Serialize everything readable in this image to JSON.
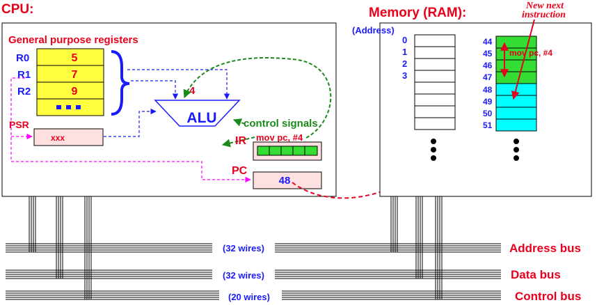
{
  "cpu": {
    "title": "CPU:",
    "gpr_title": "General purpose registers",
    "registers": [
      {
        "name": "R0",
        "value": "5"
      },
      {
        "name": "R1",
        "value": "7"
      },
      {
        "name": "R2",
        "value": "9"
      }
    ],
    "alu_label": "ALU",
    "alu_input_value": "4",
    "control_signals_label": "control signals",
    "psr": {
      "name": "PSR",
      "value": "xxx"
    },
    "ir": {
      "name": "IR",
      "instruction": "mov pc, #4"
    },
    "pc": {
      "name": "PC",
      "value": "48"
    }
  },
  "memory": {
    "title": "Memory (RAM):",
    "address_label": "(Address)",
    "low_addresses": [
      "0",
      "1",
      "2",
      "3"
    ],
    "high_addresses": [
      "44",
      "45",
      "46",
      "47",
      "48",
      "49",
      "50",
      "51"
    ],
    "instruction_label": "mov pc, #4",
    "annotation_line1": "New next",
    "annotation_line2": "instruction"
  },
  "buses": [
    {
      "name": "Address bus",
      "wires": "(32 wires)"
    },
    {
      "name": "Data bus",
      "wires": "(32 wires)"
    },
    {
      "name": "Control bus",
      "wires": "(20 wires)"
    }
  ],
  "colors": {
    "register_fill": "#ffff40",
    "green_cell": "#33dd33",
    "cyan_cell": "#00ffff",
    "pink_box": "#ffe0e0",
    "label_red": "#e8001c",
    "label_blue": "#1a1aff",
    "signal_green": "#1a8a1a",
    "signal_magenta": "#ff00ff"
  }
}
